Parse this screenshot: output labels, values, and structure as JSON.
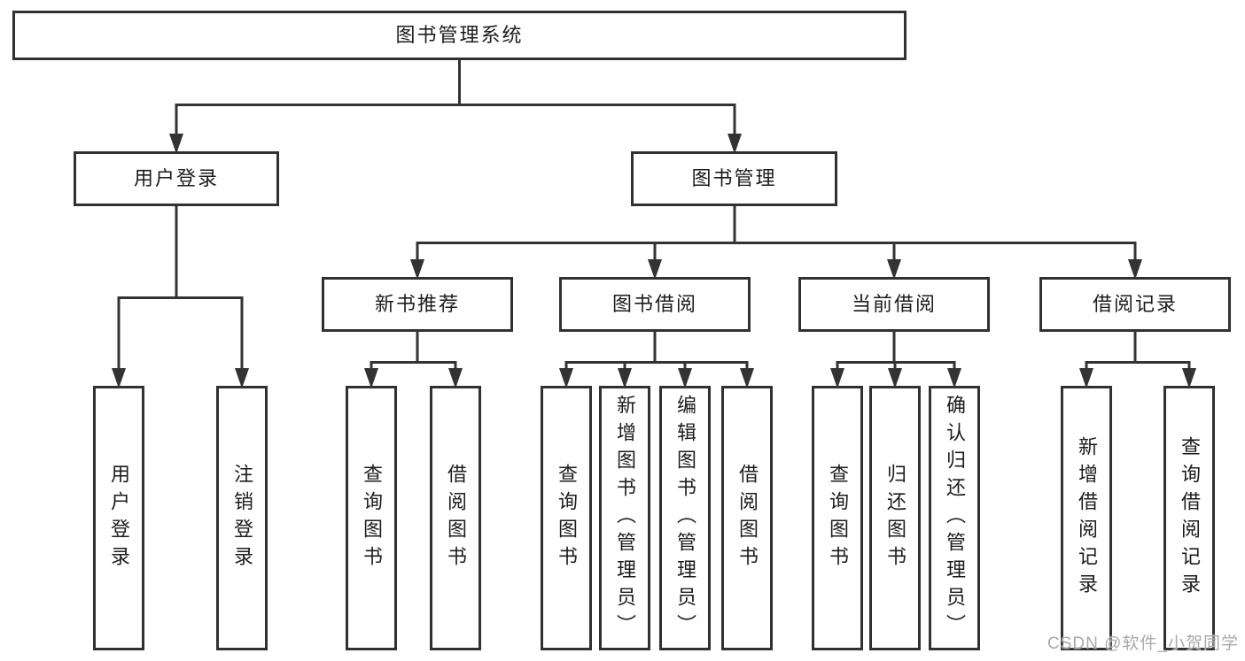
{
  "watermark": "CSDN @软件_小贺同学",
  "colors": {
    "line": "#333333",
    "box_border": "#313131",
    "text": "#1c1c1c",
    "watermark": "#a9a9a9",
    "background": "#ffffff"
  },
  "tree": {
    "label": "图书管理系统",
    "children": [
      {
        "label": "用户登录",
        "children": [
          {
            "label": "用户登录"
          },
          {
            "label": "注销登录"
          }
        ]
      },
      {
        "label": "图书管理",
        "children": [
          {
            "label": "新书推荐",
            "children": [
              {
                "label": "查询图书"
              },
              {
                "label": "借阅图书"
              }
            ]
          },
          {
            "label": "图书借阅",
            "children": [
              {
                "label": "查询图书"
              },
              {
                "label": "新增图书（管理员）"
              },
              {
                "label": "编辑图书（管理员）"
              },
              {
                "label": "借阅图书"
              }
            ]
          },
          {
            "label": "当前借阅",
            "children": [
              {
                "label": "查询图书"
              },
              {
                "label": "归还图书"
              },
              {
                "label": "确认归还（管理员）"
              }
            ]
          },
          {
            "label": "借阅记录",
            "children": [
              {
                "label": "新增借阅记录"
              },
              {
                "label": "查询借阅记录"
              }
            ]
          }
        ]
      }
    ]
  }
}
